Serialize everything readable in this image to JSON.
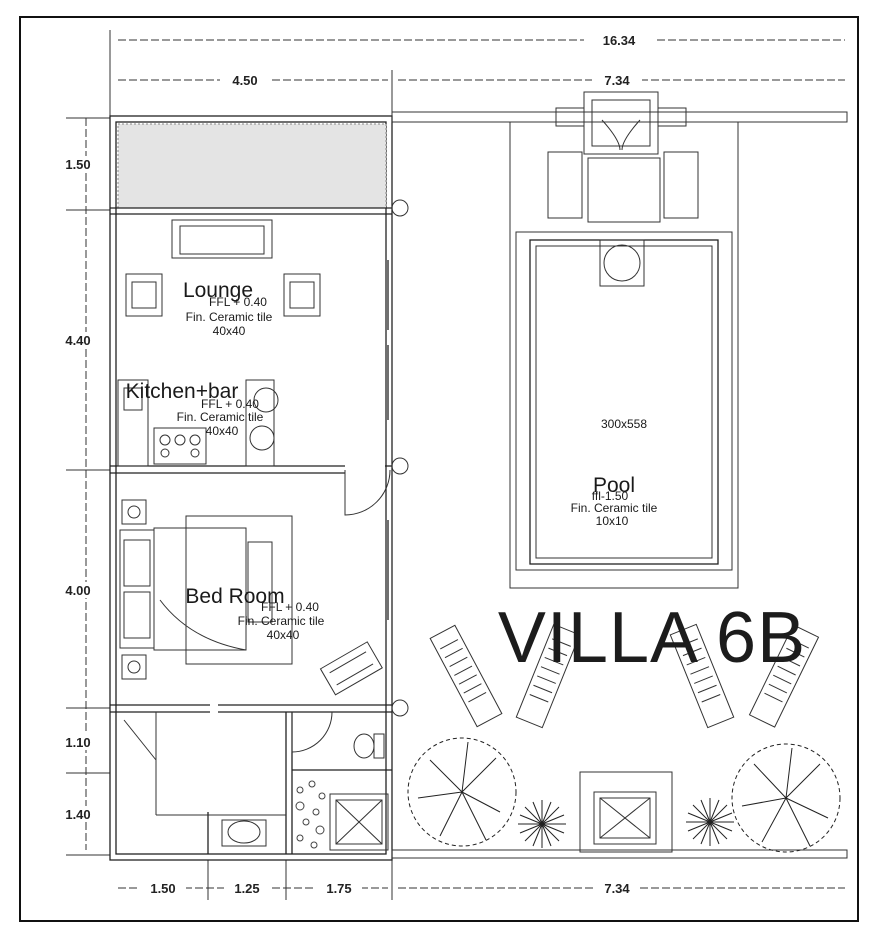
{
  "title": "VILLA 6B",
  "dimensions": {
    "top_total": "16.34",
    "top_left": "4.50",
    "top_right": "7.34",
    "left_1": "1.50",
    "left_2": "4.40",
    "left_3": "4.00",
    "left_4": "1.10",
    "left_5": "1.40",
    "bottom_1": "1.50",
    "bottom_2": "1.25",
    "bottom_3": "1.75",
    "bottom_4": "7.34"
  },
  "rooms": {
    "lounge": {
      "name": "Lounge",
      "level": "FFL + 0.40",
      "finish": "Fin. Ceramic tile",
      "tile": "40x40"
    },
    "kitchen": {
      "name": "Kitchen+bar",
      "level": "FFL + 0.40",
      "finish": "Fin. Ceramic tile",
      "tile": "40x40"
    },
    "bedroom": {
      "name": "Bed Room",
      "level": "FFL + 0.40",
      "finish": "Fin. Ceramic tile",
      "tile": "40x40"
    },
    "pool": {
      "name": "Pool",
      "size": "300x558",
      "level": "ffl-1.50",
      "finish": "Fin. Ceramic tile",
      "tile": "10x10"
    }
  }
}
